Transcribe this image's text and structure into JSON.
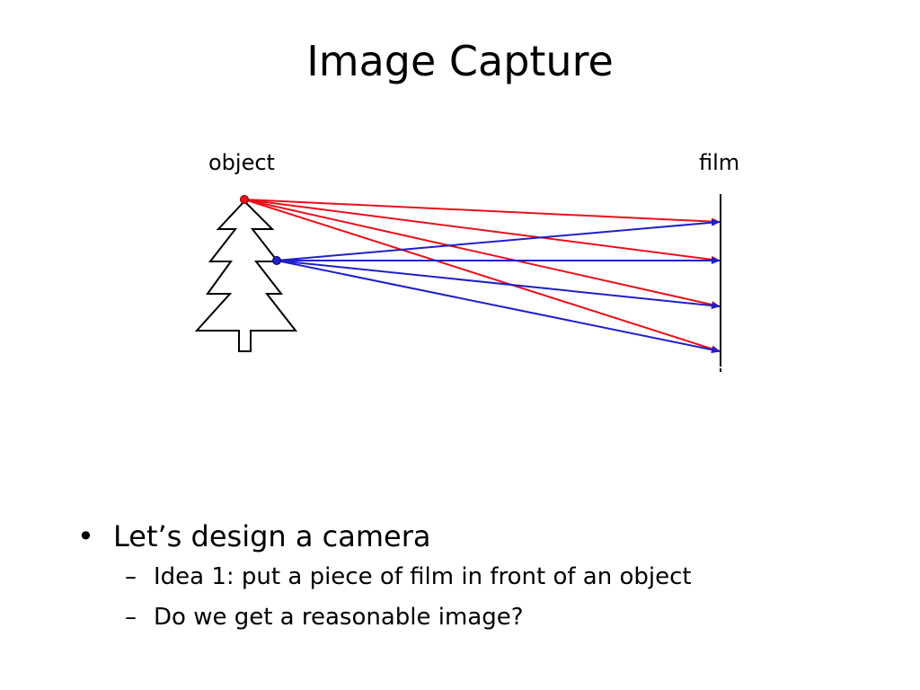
{
  "slide": {
    "title": "Image Capture"
  },
  "diagram": {
    "object_label": "object",
    "film_label": "film",
    "colors": {
      "top_point_rays": "#e8101a",
      "middle_point_rays": "#1f1fc8",
      "outline": "#000000"
    }
  },
  "bullets": {
    "main": {
      "marker": "•",
      "text": "Let’s design a camera"
    },
    "sub": [
      {
        "marker": "–",
        "text": "Idea 1:  put a piece of film in front of an object"
      },
      {
        "marker": "–",
        "text": "Do we get a reasonable image?"
      }
    ]
  }
}
